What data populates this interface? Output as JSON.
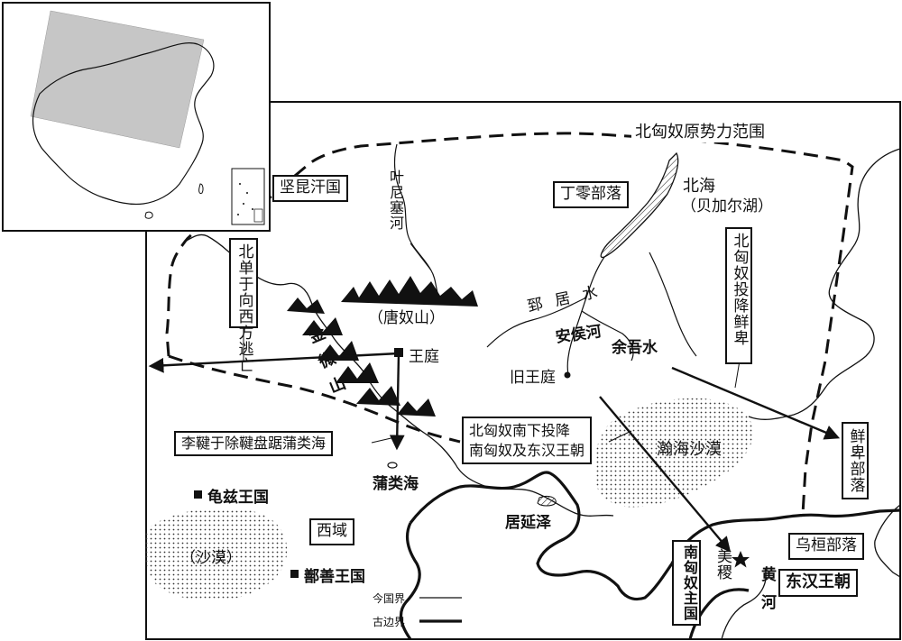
{
  "title": "北匈奴原势力范围",
  "places": {
    "jiankun": "坚昆汗国",
    "dingling": "丁零部落",
    "beihai": "北海",
    "beihai_sub": "（贝加尔湖）",
    "tangnu": "（唐奴山）",
    "jinwei": "金微山",
    "wangting": "王庭",
    "jiu_wangting": "旧王庭",
    "pulei": "蒲类海",
    "qiuci": "龟兹王国",
    "shanshan": "鄯善王国",
    "xiyu": "西域",
    "shamo": "（沙漠）",
    "juyan": "居延泽",
    "hanhai": "瀚海沙漠",
    "xianbei": "鲜卑部落",
    "wuhuan": "乌桓部落",
    "donghan": "东汉王朝",
    "nanxiongnu": "南匈奴主国",
    "meiji": "美稷",
    "huanghe": "黄河",
    "yeni": "叶尼塞河",
    "zhiju": "郅居水",
    "anhou": "安侯河",
    "yuwu": "余吾水"
  },
  "annotations": {
    "west_flee": "北单于向西方逃亡",
    "li_jian": "李鞬于除鞬盘踞蒲类海",
    "south_surrender_1": "北匈奴南下投降",
    "south_surrender_2": "南匈奴及东汉王朝",
    "east_surrender": "北匈奴投降鲜卑"
  },
  "legend": {
    "modern": "今国界",
    "ancient": "古边界"
  }
}
